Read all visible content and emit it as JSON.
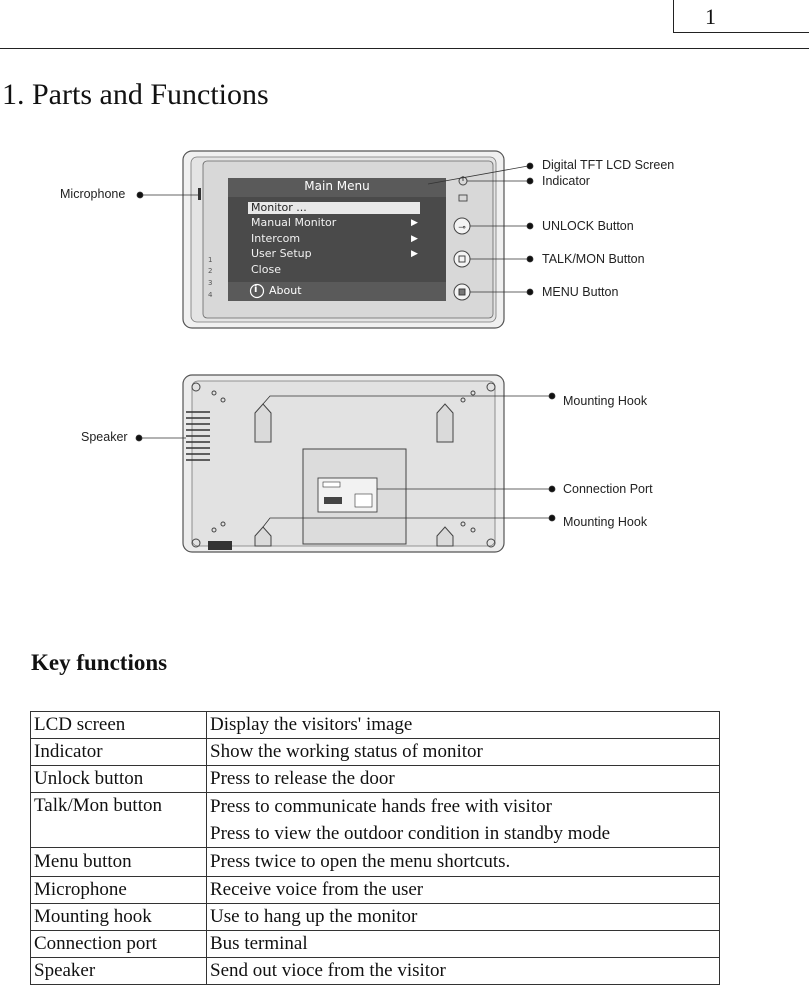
{
  "header": {
    "page_number": "1"
  },
  "section": {
    "title": "1. Parts and Functions"
  },
  "device_front": {
    "menu": {
      "title": "Main Menu",
      "items": [
        "Monitor ...",
        "Manual Monitor",
        "Intercom",
        "User Setup",
        "Close"
      ],
      "selected": "Monitor ...",
      "submenu_arrow": "▶",
      "about": "About",
      "side_numbers": [
        "1",
        "2",
        "3",
        "4"
      ]
    },
    "callouts": {
      "screen": "Digital TFT LCD Screen",
      "indicator": "Indicator",
      "unlock": "UNLOCK Button",
      "talk_mon": "TALK/MON Button",
      "menu": "MENU Button",
      "microphone": "Microphone"
    }
  },
  "device_back": {
    "callouts": {
      "mounting_hook_top": "Mounting Hook",
      "connection_port": "Connection Port",
      "mounting_hook_bottom": "Mounting Hook",
      "speaker": "Speaker"
    }
  },
  "key_functions": {
    "title": "Key functions",
    "rows": [
      {
        "key": "LCD screen",
        "desc": [
          "Display the visitors' image"
        ]
      },
      {
        "key": "Indicator",
        "desc": [
          "Show the working status of monitor"
        ]
      },
      {
        "key": "Unlock button",
        "desc": [
          "Press to release the door"
        ]
      },
      {
        "key": "Talk/Mon button",
        "desc": [
          "Press to communicate hands free with visitor",
          "Press to view the outdoor condition in standby mode"
        ]
      },
      {
        "key": "Menu button",
        "desc": [
          "Press twice to open the menu shortcuts."
        ]
      },
      {
        "key": "Microphone",
        "desc": [
          "Receive voice from the user"
        ]
      },
      {
        "key": "Mounting hook",
        "desc": [
          "Use to hang up the monitor"
        ]
      },
      {
        "key": "Connection port",
        "desc": [
          "Bus terminal"
        ]
      },
      {
        "key": "Speaker",
        "desc": [
          "Send out vioce from the visitor"
        ]
      }
    ]
  }
}
